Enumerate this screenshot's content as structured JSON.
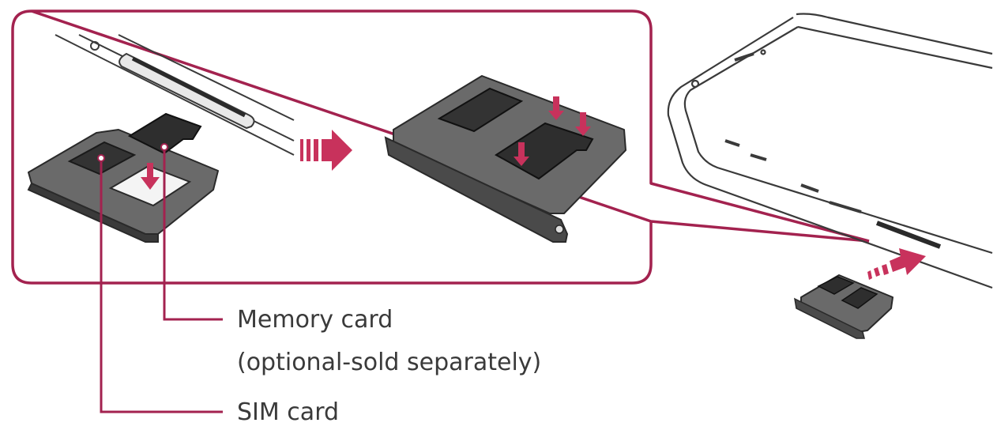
{
  "labels": {
    "memory_card_line1": "Memory card",
    "memory_card_line2": "(optional-sold separately)",
    "sim_card": "SIM card"
  },
  "colors": {
    "callout": "#a3224f",
    "tray": "#5a5a5a",
    "tray_outline": "#2a2a2a",
    "card": "#333333",
    "arrow": "#c8325c",
    "phone_outline": "#3a3a3a"
  },
  "icons": {
    "arrow_insert": "arrow-right-icon",
    "arrow_push": "arrow-down-icon"
  }
}
